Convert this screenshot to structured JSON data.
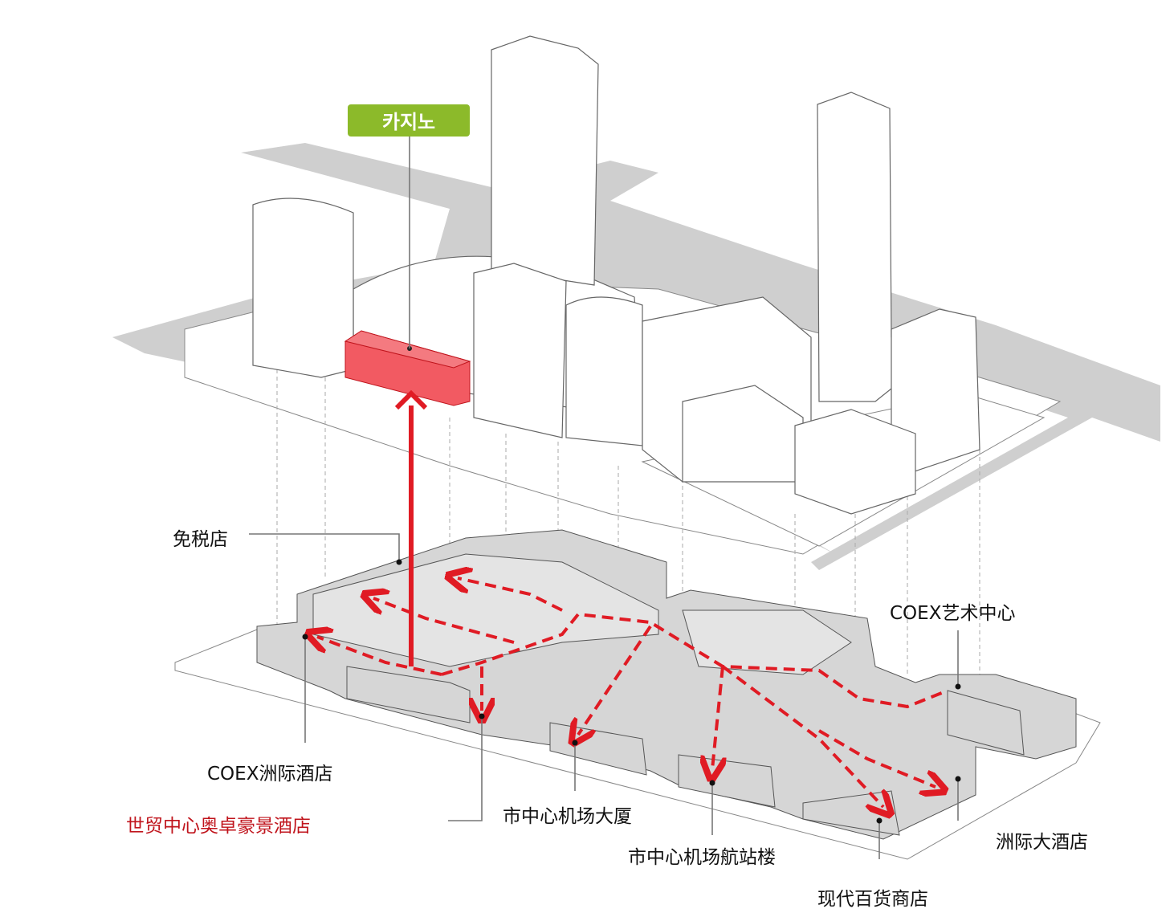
{
  "diagram": {
    "badge": {
      "label": "카지노",
      "color": "#8cba2a"
    },
    "accent_color": "#e01b24",
    "labels": {
      "duty_free": "免税店",
      "coex_art": "COEX艺术中心",
      "coex_intercontinental": "COEX洲际酒店",
      "trade_center_hotel": "世贸中心奥卓豪景酒店",
      "city_airport_building": "市中心机场大厦",
      "city_airport_terminal": "市中心机场航站楼",
      "intercontinental_grand": "洲际大酒店",
      "hyundai_department_store": "现代百货商店"
    }
  }
}
